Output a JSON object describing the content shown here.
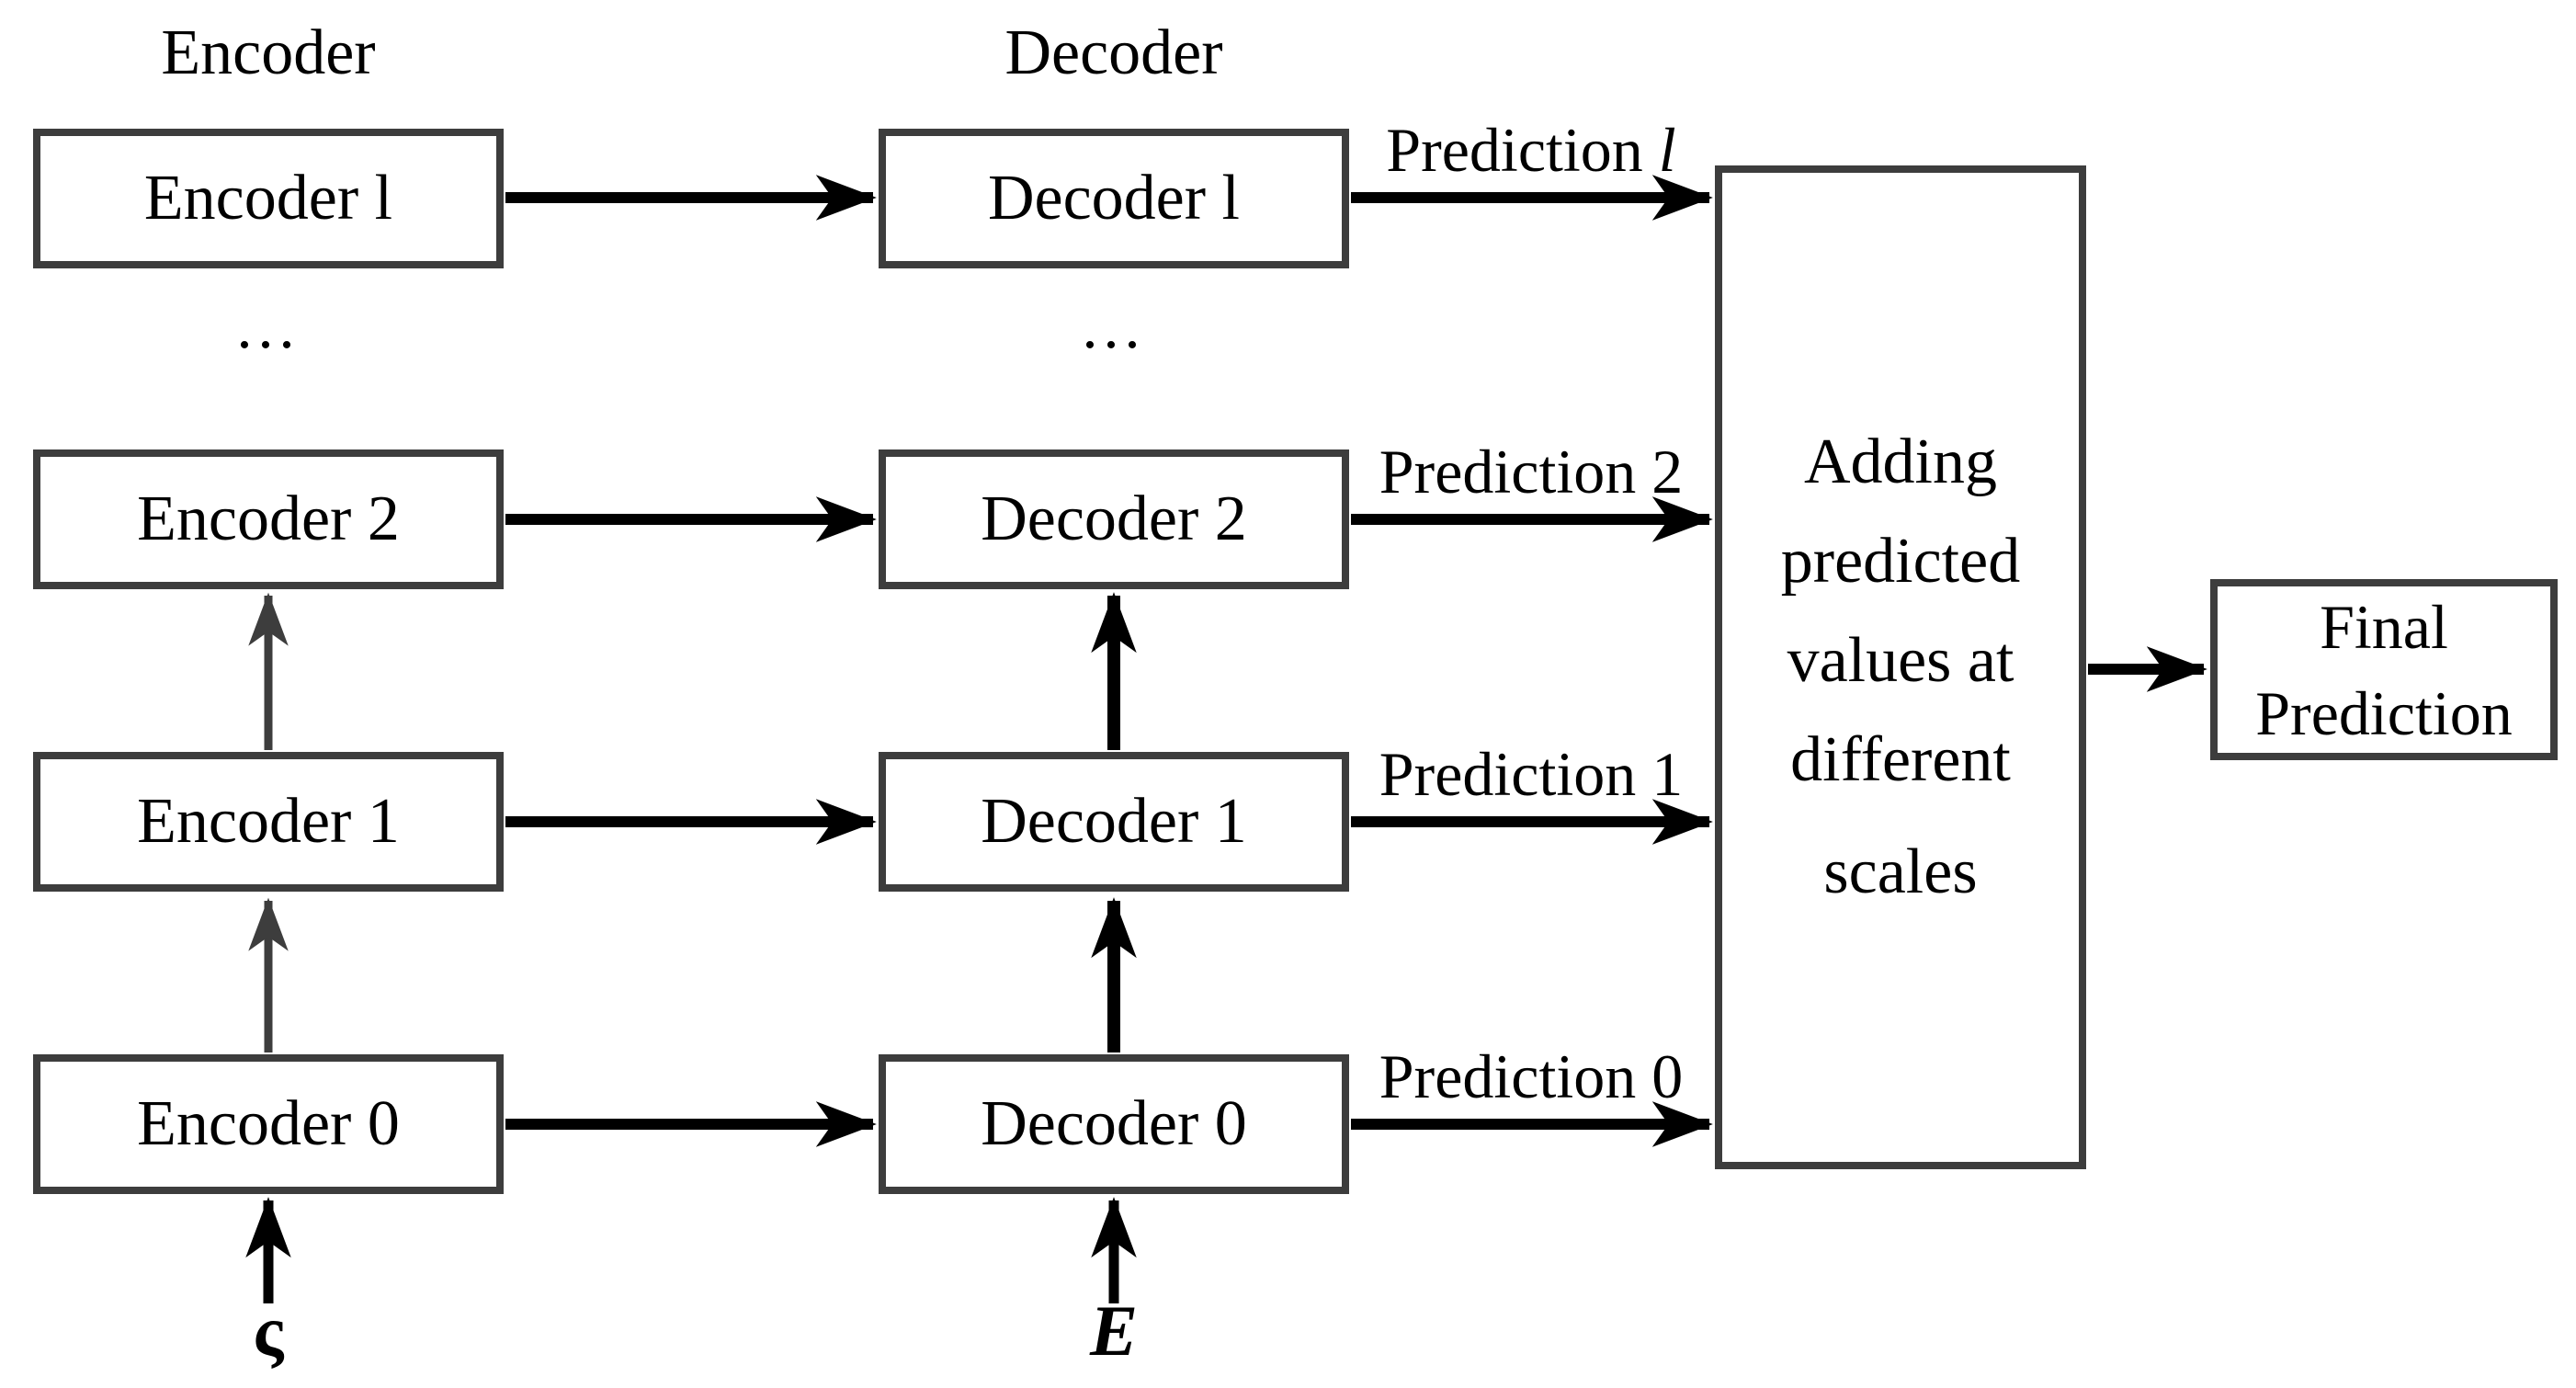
{
  "headers": {
    "encoder": "Encoder",
    "decoder": "Decoder"
  },
  "ellipsis": "...",
  "encoder_column": [
    "Encoder l",
    "Encoder 2",
    "Encoder 1",
    "Encoder 0"
  ],
  "decoder_column": [
    "Decoder l",
    "Decoder 2",
    "Decoder 1",
    "Decoder 0"
  ],
  "predictions": [
    {
      "text": "Prediction",
      "num": "l"
    },
    {
      "text": "Prediction",
      "num": "2"
    },
    {
      "text": "Prediction",
      "num": "1"
    },
    {
      "text": "Prediction",
      "num": "0"
    }
  ],
  "aggregator": {
    "lines": [
      "Adding",
      "predicted",
      "values at",
      "different",
      "scales"
    ]
  },
  "final_box": {
    "lines": [
      "Final",
      "Prediction"
    ]
  },
  "inputs": {
    "encoder_symbol": "ς",
    "decoder_symbol": "E"
  },
  "colors": {
    "background": "#ffffff",
    "box_border": "#3d3d3d",
    "arrow_primary": "#000000",
    "arrow_secondary": "#3d3d3d",
    "text": "#000000"
  }
}
